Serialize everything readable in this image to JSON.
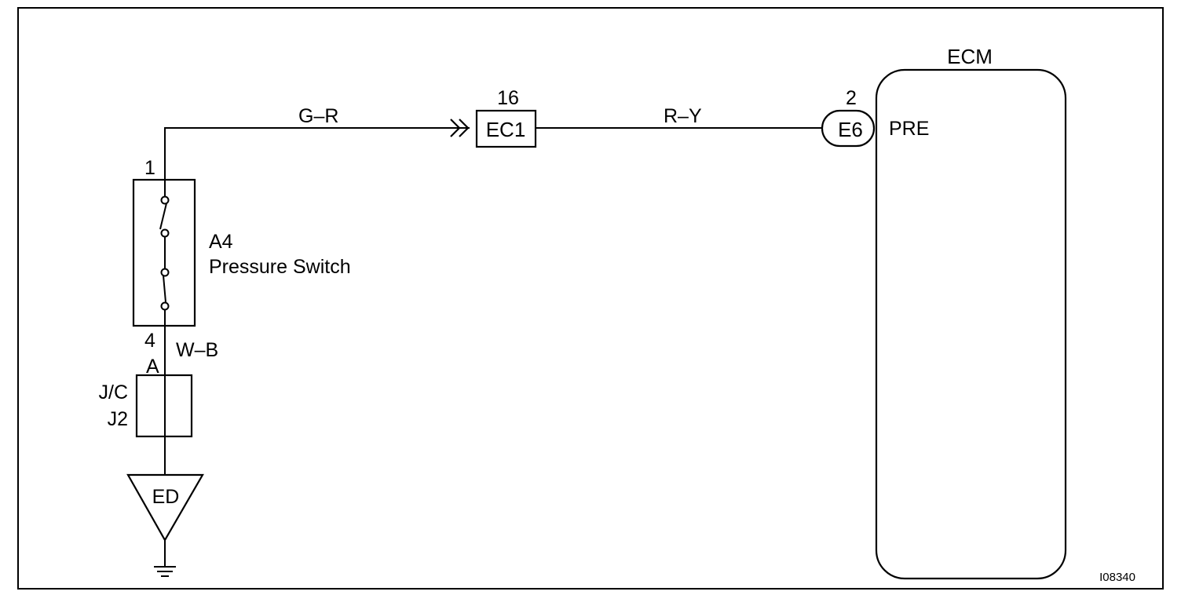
{
  "ecm": {
    "title": "ECM",
    "terminal_number": "2",
    "connector": "E6",
    "terminal_name": "PRE"
  },
  "wires": {
    "switch_to_ec1": "G–R",
    "ec1_to_ecm": "R–Y",
    "switch_to_ground": "W–B"
  },
  "connector_ec1": {
    "label": "EC1",
    "pin": "16"
  },
  "pressure_switch": {
    "id": "A4",
    "name": "Pressure Switch",
    "pin_top": "1",
    "pin_bottom": "4"
  },
  "junction": {
    "pin": "A",
    "line1": "J/C",
    "line2": "J2"
  },
  "ground": {
    "label": "ED"
  },
  "figure_ref": "I08340"
}
